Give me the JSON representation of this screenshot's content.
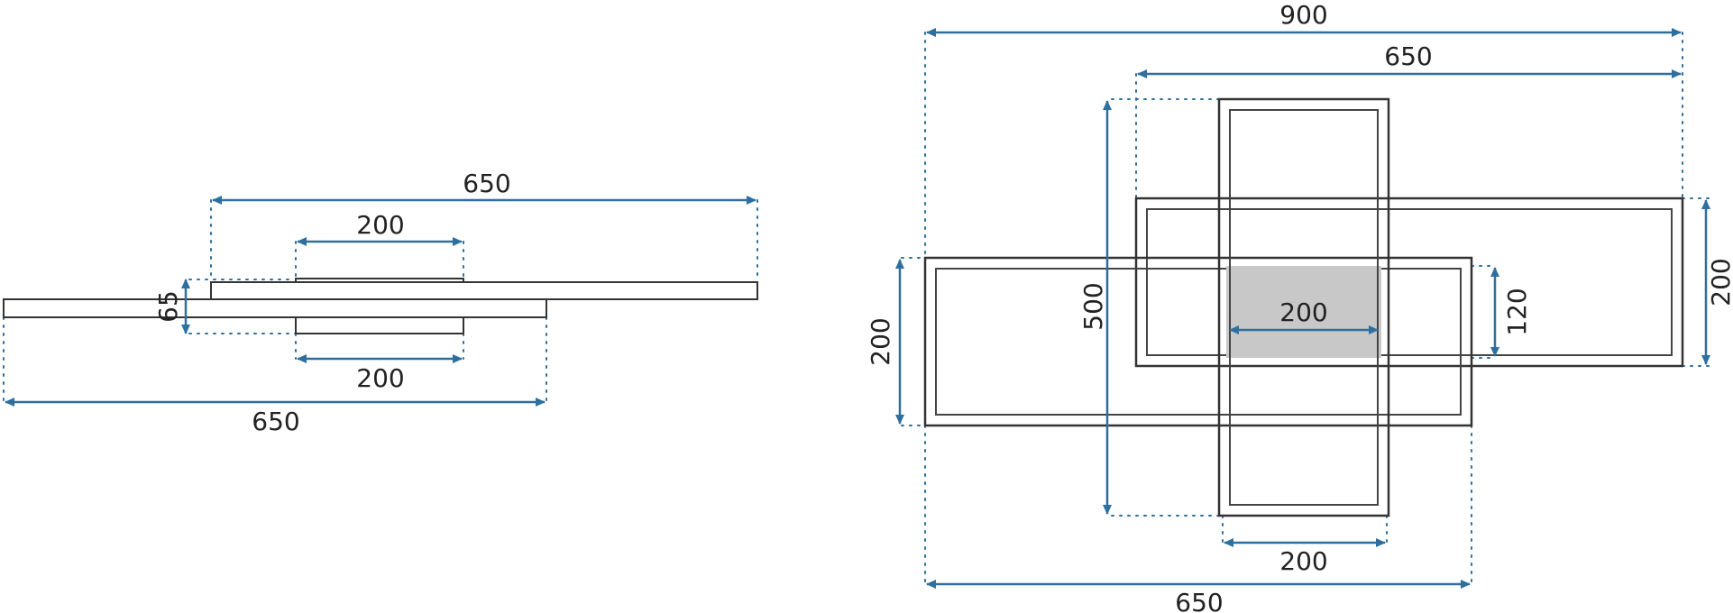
{
  "colors": {
    "dimension": "#2e6f9e",
    "outline": "#333333",
    "led_panel": "#c8c8c8",
    "background": "#ffffff"
  },
  "side_view": {
    "top_length": "650",
    "top_mount_width": "200",
    "height": "65",
    "bottom_mount_width": "200",
    "bottom_length": "650"
  },
  "top_view": {
    "overall_width": "900",
    "right_frame_width": "650",
    "vertical_frame_height": "500",
    "panel_width": "200",
    "panel_height": "120",
    "left_frame_height": "200",
    "right_frame_height": "200",
    "vertical_frame_width": "200",
    "left_frame_width": "650"
  }
}
